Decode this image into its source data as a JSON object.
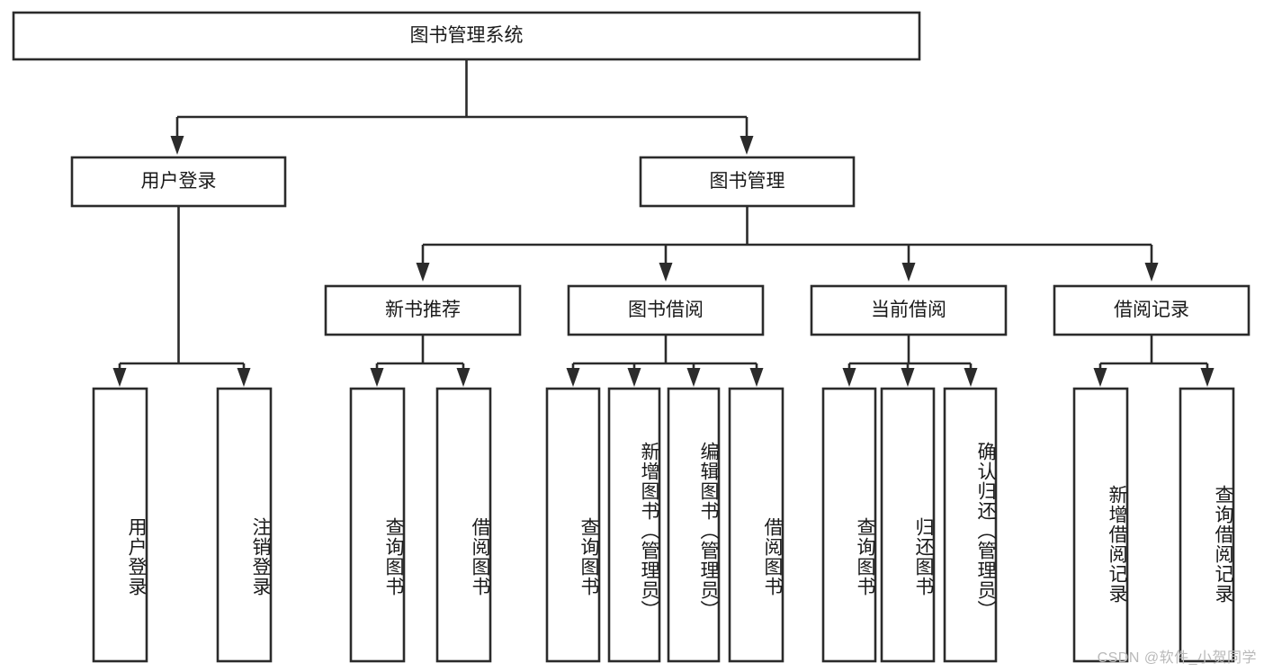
{
  "diagram": {
    "title": "图书管理系统",
    "type": "tree-hierarchy-chart",
    "colors": {
      "stroke": "#2b2b2b",
      "fill": "#ffffff",
      "text": "#1a1a1a",
      "watermark": "#b9b9b9",
      "background": "#ffffff"
    },
    "root": {
      "label": "图书管理系统"
    },
    "level2": [
      {
        "label": "用户登录"
      },
      {
        "label": "图书管理"
      }
    ],
    "level3": [
      {
        "label": "新书推荐"
      },
      {
        "label": "图书借阅"
      },
      {
        "label": "当前借阅"
      },
      {
        "label": "借阅记录"
      }
    ],
    "leaves": {
      "user_login": [
        {
          "label": "用户登录"
        },
        {
          "label": "注销登录"
        }
      ],
      "new_book_recommend": [
        {
          "label": "查询图书"
        },
        {
          "label": "借阅图书"
        }
      ],
      "book_borrow": [
        {
          "label": "查询图书"
        },
        {
          "label": "新增图书（管理员）"
        },
        {
          "label": "编辑图书（管理员）"
        },
        {
          "label": "借阅图书"
        }
      ],
      "current_borrow": [
        {
          "label": "查询图书"
        },
        {
          "label": "归还图书"
        },
        {
          "label": "确认归还（管理员）"
        }
      ],
      "borrow_record": [
        {
          "label": "新增借阅记录"
        },
        {
          "label": "查询借阅记录"
        }
      ]
    },
    "watermark": "CSDN @软件_小贺同学"
  }
}
